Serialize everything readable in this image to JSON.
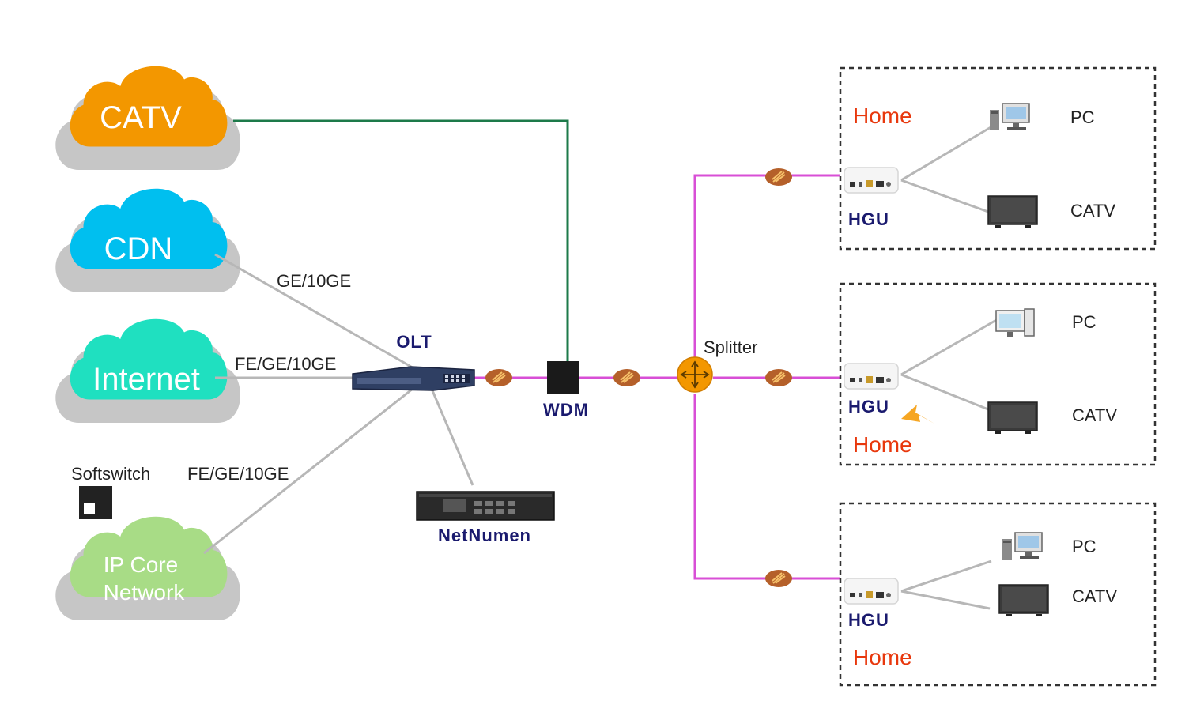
{
  "clouds": {
    "catv": {
      "label": "CATV",
      "color": "#f39700"
    },
    "cdn": {
      "label": "CDN",
      "color": "#00bfef"
    },
    "internet": {
      "label": "Internet",
      "color": "#1fe0c0"
    },
    "ipcore": {
      "label_line1": "IP Core",
      "label_line2": "Network",
      "color": "#a8dc86"
    }
  },
  "links": {
    "cdn_olt": "GE/10GE",
    "internet_olt": "FE/GE/10GE",
    "ipcore_olt": "FE/GE/10GE"
  },
  "devices": {
    "softswitch": "Softswitch",
    "olt": "OLT",
    "wdm": "WDM",
    "netnumen": "NetNumen",
    "splitter": "Splitter"
  },
  "homes": [
    {
      "home": "Home",
      "hgu": "HGU",
      "pc": "PC",
      "catv": "CATV"
    },
    {
      "home": "Home",
      "hgu": "HGU",
      "pc": "PC",
      "catv": "CATV"
    },
    {
      "home": "Home",
      "hgu": "HGU",
      "pc": "PC",
      "catv": "CATV"
    }
  ],
  "colors": {
    "fiber": "#d84fd6",
    "catv_line": "#1d7a4a",
    "copper": "#b7b7b7",
    "connector": "#b5602a",
    "splitter": "#f39700",
    "device_label": "#1a1a6e",
    "home_label": "#e8380d"
  }
}
